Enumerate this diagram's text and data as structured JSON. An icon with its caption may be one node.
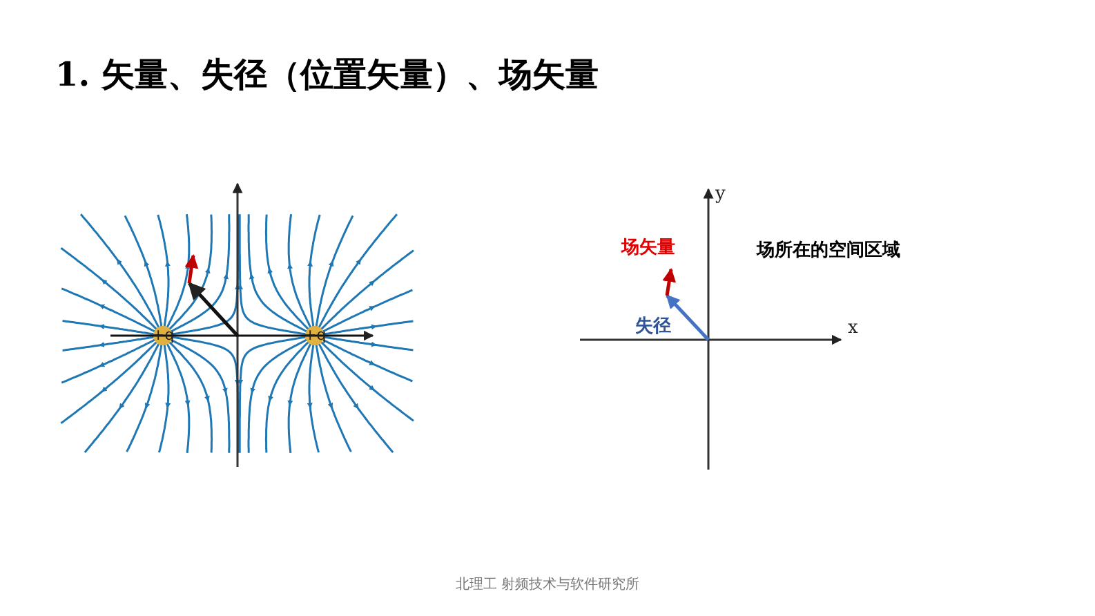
{
  "diagram": {
    "title": "1.  矢量、失径（位置矢量）、场矢量",
    "labels": [
      "+q",
      "+q",
      "y",
      "场矢量",
      "场所在的空间区域",
      "失径",
      "x"
    ],
    "caption": "北理工 射频技术与软件研究所"
  }
}
